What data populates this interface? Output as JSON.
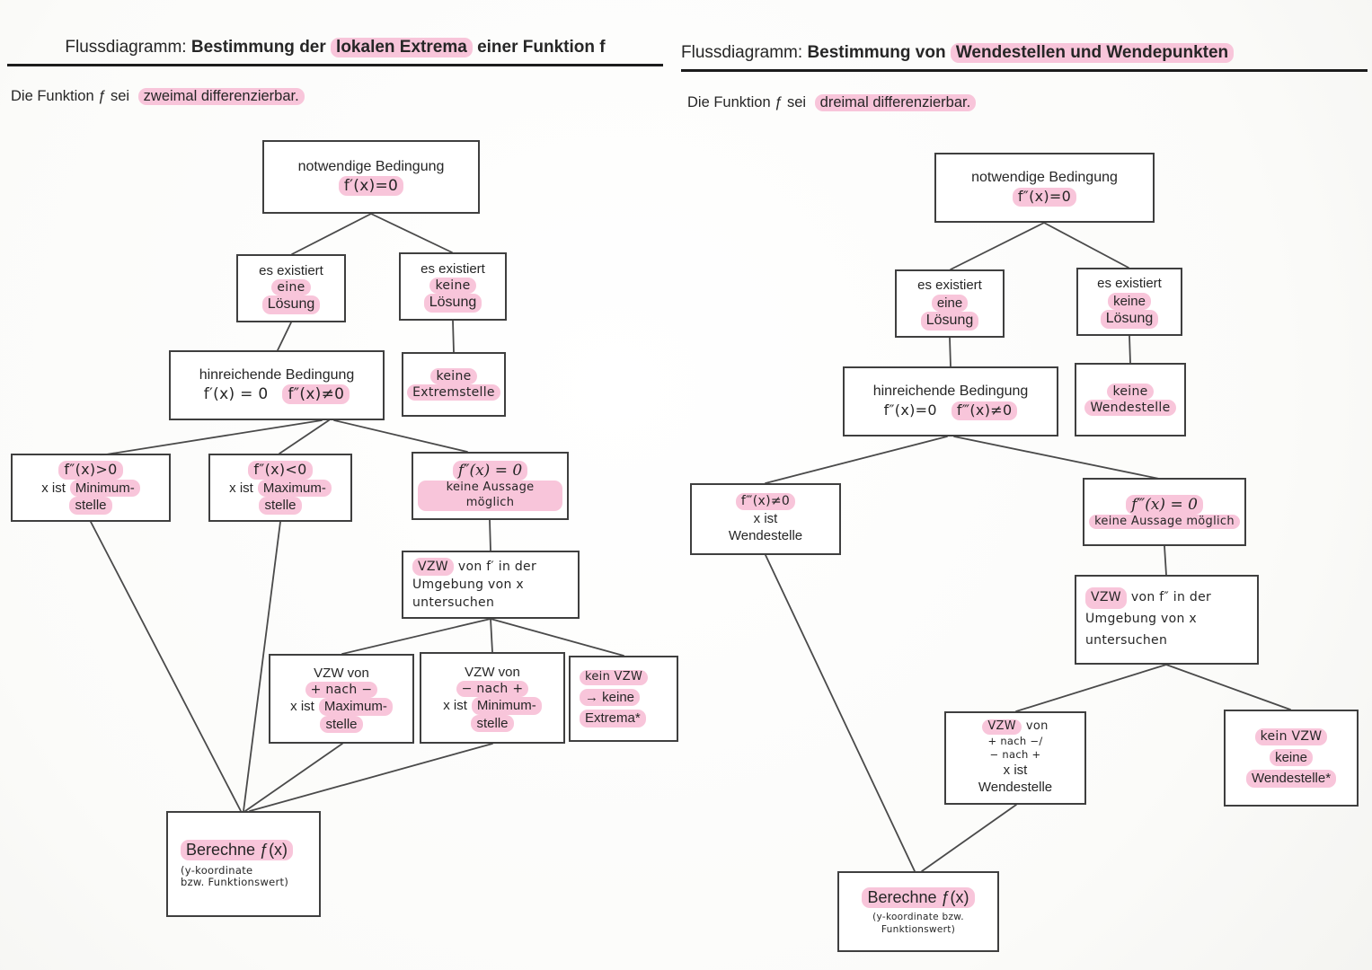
{
  "colors": {
    "highlight": "#f8c5da",
    "ink": "#262626",
    "connector": "#444444"
  },
  "left": {
    "title": {
      "prefix": "Flussdiagramm:",
      "bold1": "Bestimmung der",
      "hl": "lokalen Extrema",
      "bold2": "einer Funktion f"
    },
    "subtitle": {
      "pre": "Die Funktion ƒ sei",
      "hl": "zweimal differenzierbar."
    },
    "necessary": {
      "label": "notwendige Bedingung",
      "formula": "f′(x)=0"
    },
    "exists_one": {
      "line": "es existiert",
      "hl1": "eine",
      "hl2": "Lösung"
    },
    "exists_none": {
      "line": "es existiert",
      "hl1": "keine",
      "hl2": "Lösung"
    },
    "sufficient": {
      "label": "hinreichende Bedingung",
      "f1": "f′(x) = 0",
      "f2": "f″(x)≠0"
    },
    "no_extremum": {
      "hl1": "keine",
      "hl2": "Extremstelle"
    },
    "minimum": {
      "formula": "f″(x)>0",
      "pre": "x ist",
      "hl1": "Minimum-",
      "hl2": "stelle"
    },
    "maximum": {
      "formula": "f″(x)<0",
      "pre": "x ist",
      "hl1": "Maximum-",
      "hl2": "stelle"
    },
    "no_statement": {
      "formula": "f″(x) = 0",
      "hl": "keine Aussage möglich"
    },
    "vzw_check": {
      "hl": "VZW",
      "rest": "von f′ in der",
      "line2": "Umgebung von x",
      "line3": "untersuchen"
    },
    "vzw_pm": {
      "line1": "VZW von",
      "hl1": "+ nach −",
      "pre": "x ist",
      "hl2": "Maximum-",
      "hl3": "stelle"
    },
    "vzw_mp": {
      "line1": "VZW von",
      "hl1": "− nach +",
      "pre": "x ist",
      "hl2": "Minimum-",
      "hl3": "stelle"
    },
    "no_vzw": {
      "hl1": "kein VZW",
      "hl2": "→ keine",
      "hl3": "Extrema*"
    },
    "compute": {
      "hl": "Berechne ƒ(x)",
      "note1": "(y-koordinate",
      "note2": "bzw. Funktionswert)"
    }
  },
  "right": {
    "title": {
      "prefix": "Flussdiagramm:",
      "bold1": "Bestimmung von",
      "hl": "Wendestellen und Wendepunkten"
    },
    "subtitle": {
      "pre": "Die Funktion ƒ sei",
      "hl": "dreimal differenzierbar."
    },
    "necessary": {
      "label": "notwendige Bedingung",
      "formula": "f″(x)=0"
    },
    "exists_one": {
      "line": "es existiert",
      "hl1": "eine",
      "hl2": "Lösung"
    },
    "exists_none": {
      "line": "es existiert",
      "hl1": "keine",
      "hl2": "Lösung"
    },
    "sufficient": {
      "label": "hinreichende Bedingung",
      "f1": "f″(x)=0",
      "f2": "f‴(x)≠0"
    },
    "no_wendestelle": {
      "hl1": "keine",
      "hl2": "Wendestelle"
    },
    "wendestelle": {
      "formula": "f‴(x)≠0",
      "line1": "x ist",
      "line2": "Wendestelle"
    },
    "no_statement": {
      "formula": "f‴(x) = 0",
      "hl": "keine Aussage möglich"
    },
    "vzw_check": {
      "hl": "VZW",
      "rest": "von f″ in der",
      "line2": "Umgebung von x",
      "line3": "untersuchen"
    },
    "vzw_change": {
      "hl": "VZW",
      "rest": "von",
      "line2": "+ nach −/",
      "line3": "− nach +",
      "line4": "x ist",
      "line5": "Wendestelle"
    },
    "no_vzw": {
      "hl1": "kein VZW",
      "hl2": "keine",
      "hl3": "Wendestelle*"
    },
    "compute": {
      "hl": "Berechne ƒ(x)",
      "note1": "(y-koordinate bzw. Funktionswert)"
    }
  }
}
